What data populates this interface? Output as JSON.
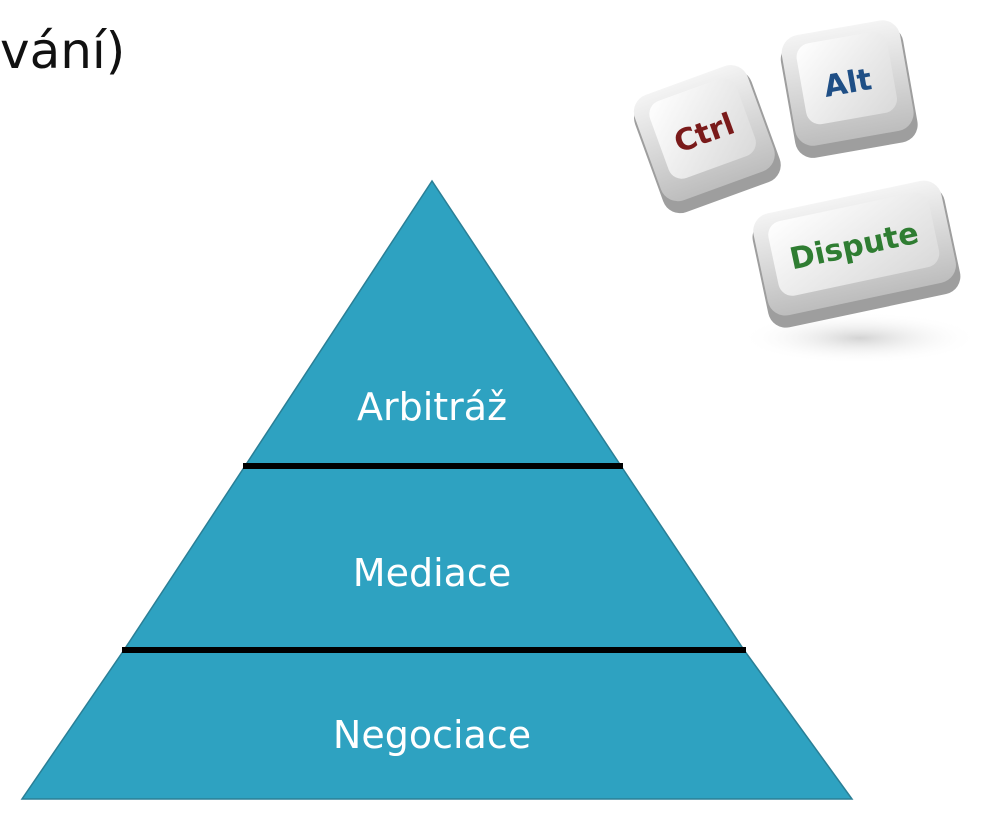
{
  "slide": {
    "title": "vání)"
  },
  "pyramid": {
    "tiers": [
      {
        "label": "Arbitráž"
      },
      {
        "label": "Mediace"
      },
      {
        "label": "Negociace"
      }
    ],
    "fill_color": "#2ea2c1",
    "divider_color": "#000000"
  },
  "keyboard_image": {
    "keys": [
      {
        "label": "Ctrl",
        "color": "#7a1a1a"
      },
      {
        "label": "Alt",
        "color": "#1f4f86"
      },
      {
        "label": "Dispute",
        "color": "#2f7d32"
      }
    ]
  }
}
